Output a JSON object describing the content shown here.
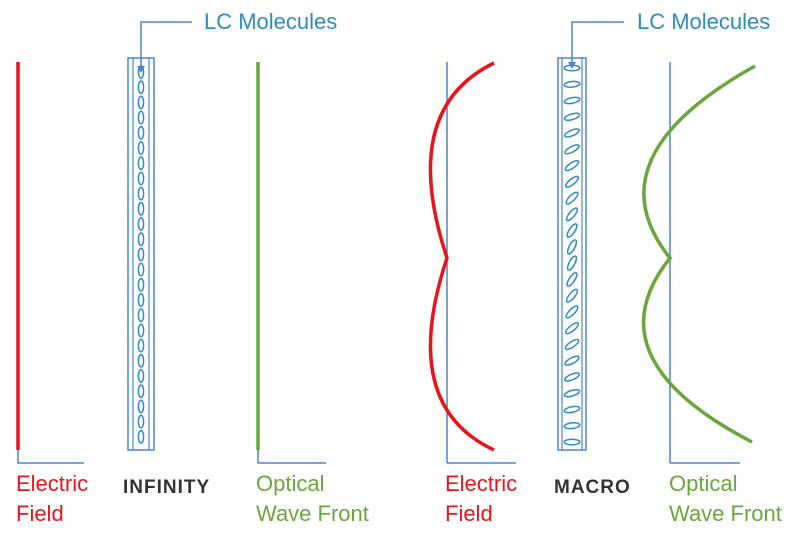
{
  "colors": {
    "electric": "#e8141d",
    "optical": "#6aa53d",
    "molecule": "#2e8bc0",
    "frame": "#4a86c5",
    "mode_text": "#333333"
  },
  "left_panel": {
    "callout": "LC Molecules",
    "electric_label": [
      "Electric",
      "Field"
    ],
    "mode": "INFINITY",
    "optical_label": [
      "Optical",
      "Wave Front"
    ]
  },
  "right_panel": {
    "callout": "LC Molecules",
    "electric_label": [
      "Electric",
      "Field"
    ],
    "mode": "MACRO",
    "optical_label": [
      "Optical",
      "Wave Front"
    ]
  }
}
